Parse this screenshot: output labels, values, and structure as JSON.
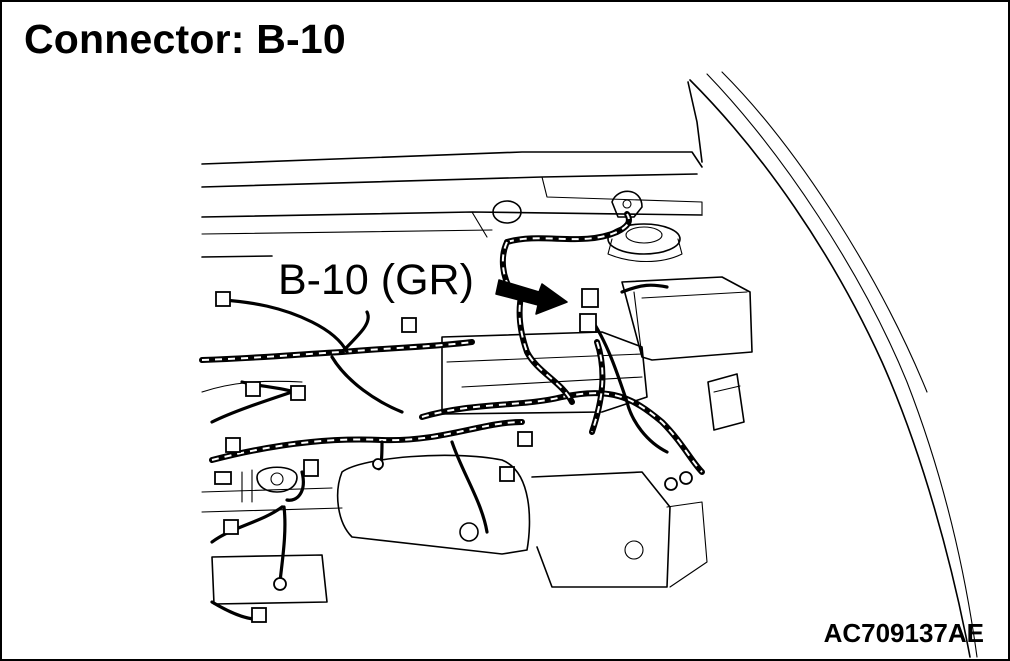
{
  "diagram": {
    "title": "Connector: B-10",
    "callout_label": "B-10 (GR)",
    "reference_code": "AC709137AE"
  },
  "icons": {
    "callout_arrow": "pointer-arrow-icon",
    "connector": "connector-block-icon",
    "ground_terminal": "ground-ring-terminal-icon"
  }
}
